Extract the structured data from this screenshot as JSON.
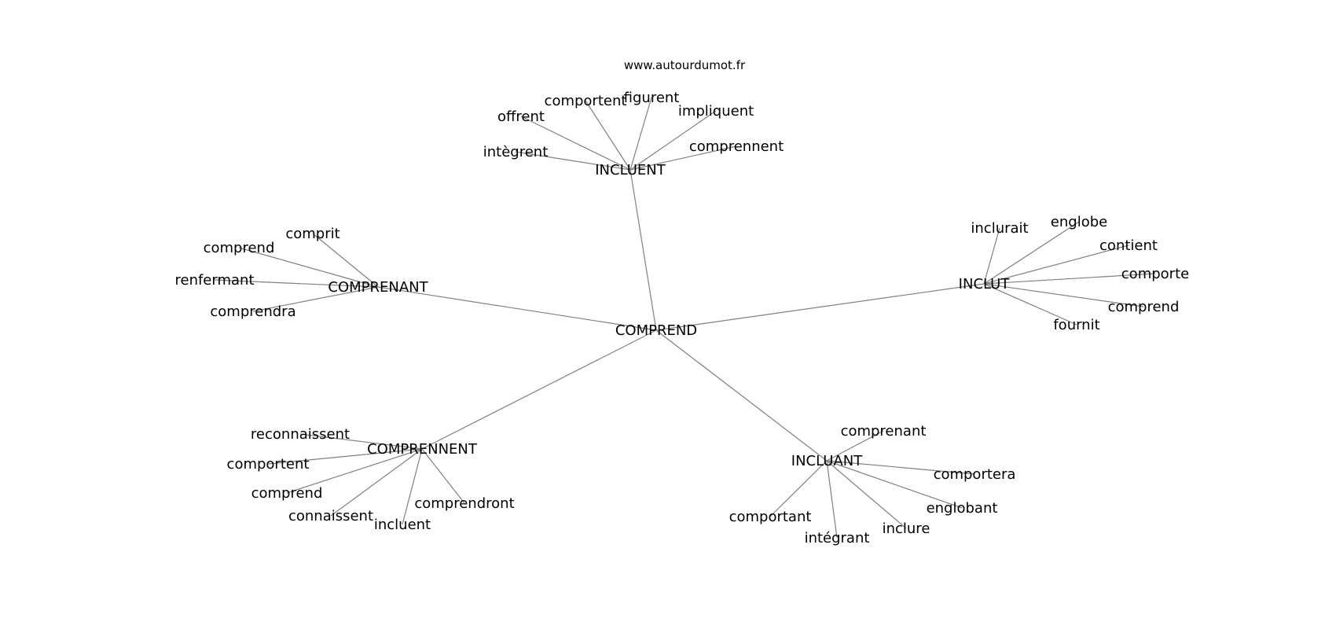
{
  "watermark": "www.autourdumot.fr",
  "center": "COMPREND",
  "edge_color": "#808080",
  "groups": [
    {
      "hub": "INCLUENT",
      "leaves": [
        "intègrent",
        "offrent",
        "comportent",
        "figurent",
        "impliquent",
        "comprennent"
      ]
    },
    {
      "hub": "COMPRENANT",
      "leaves": [
        "comprit",
        "comprend",
        "renfermant",
        "comprendra"
      ]
    },
    {
      "hub": "INCLUT",
      "leaves": [
        "inclurait",
        "englobe",
        "contient",
        "comporte",
        "comprend",
        "fournit"
      ]
    },
    {
      "hub": "COMPRENNENT",
      "leaves": [
        "reconnaissent",
        "comportent",
        "comprend",
        "connaissent",
        "incluent",
        "comprendront"
      ]
    },
    {
      "hub": "INCLUANT",
      "leaves": [
        "comprenant",
        "comportera",
        "englobant",
        "inclure",
        "intégrant",
        "comportant"
      ]
    }
  ]
}
